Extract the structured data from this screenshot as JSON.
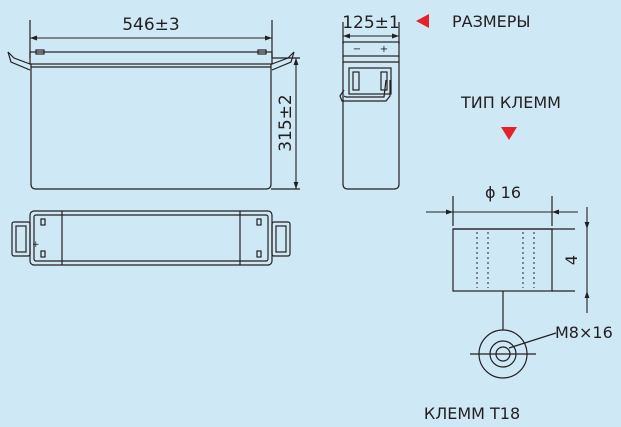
{
  "labels": {
    "width_dim": "546±3",
    "depth_dim": "125±1",
    "height_dim": "315±2",
    "dimensions_title": "РАЗМЕРЫ",
    "terminal_type_title": "ТИП КЛЕММ",
    "terminal_diameter": "ϕ 16",
    "terminal_height": "4",
    "bolt_spec": "M8×16",
    "terminal_name": "КЛЕММ T18",
    "minus_sign": "−",
    "plus_sign": "+"
  },
  "colors": {
    "background": "#cfe8f6",
    "line": "#231f20",
    "accent_red": "#e6212a"
  }
}
